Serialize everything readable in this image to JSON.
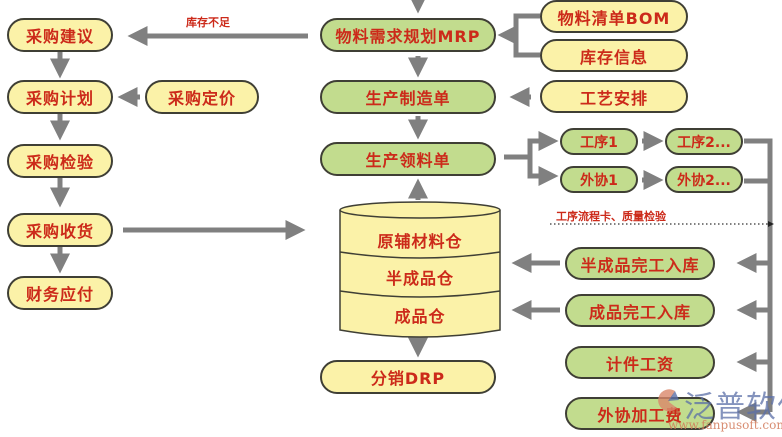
{
  "diagram": {
    "title": "ERP Production & Purchase Flow",
    "colors": {
      "yellow_fill": "#fbf2a8",
      "green_fill": "#c2dc8e",
      "text_red": "#cc2a1a",
      "arrow_gray": "#808080",
      "outline": "#3f3f35"
    },
    "purchase": {
      "suggestion": "采购建议",
      "plan": "采购计划",
      "pricing": "采购定价",
      "inspection": "采购检验",
      "receiving": "采购收货",
      "payable": "财务应付"
    },
    "center": {
      "mrp": "物料需求规划MRP",
      "production_order": "生产制造单",
      "material_requisition": "生产领料单",
      "distribution": "分销DRP"
    },
    "inputs": {
      "bom": "物料清单BOM",
      "inventory_info": "库存信息",
      "process_plan": "工艺安排"
    },
    "process": {
      "step1": "工序1",
      "step2": "工序2...",
      "outsource1": "外协1",
      "outsource2": "外协2..."
    },
    "warehouse": {
      "raw": "原辅材料仓",
      "semi": "半成品仓",
      "finished": "成品仓"
    },
    "completion": {
      "semi_in": "半成品完工入库",
      "finished_in": "成品完工入库",
      "piece_wage": "计件工资",
      "outsource_fee": "外协加工费"
    },
    "annotations": {
      "shortage": "库存不足",
      "route_card": "工序流程卡、质量检验"
    },
    "watermark": {
      "brand": "泛普软件",
      "url": "www.fanpusoft.com"
    }
  }
}
